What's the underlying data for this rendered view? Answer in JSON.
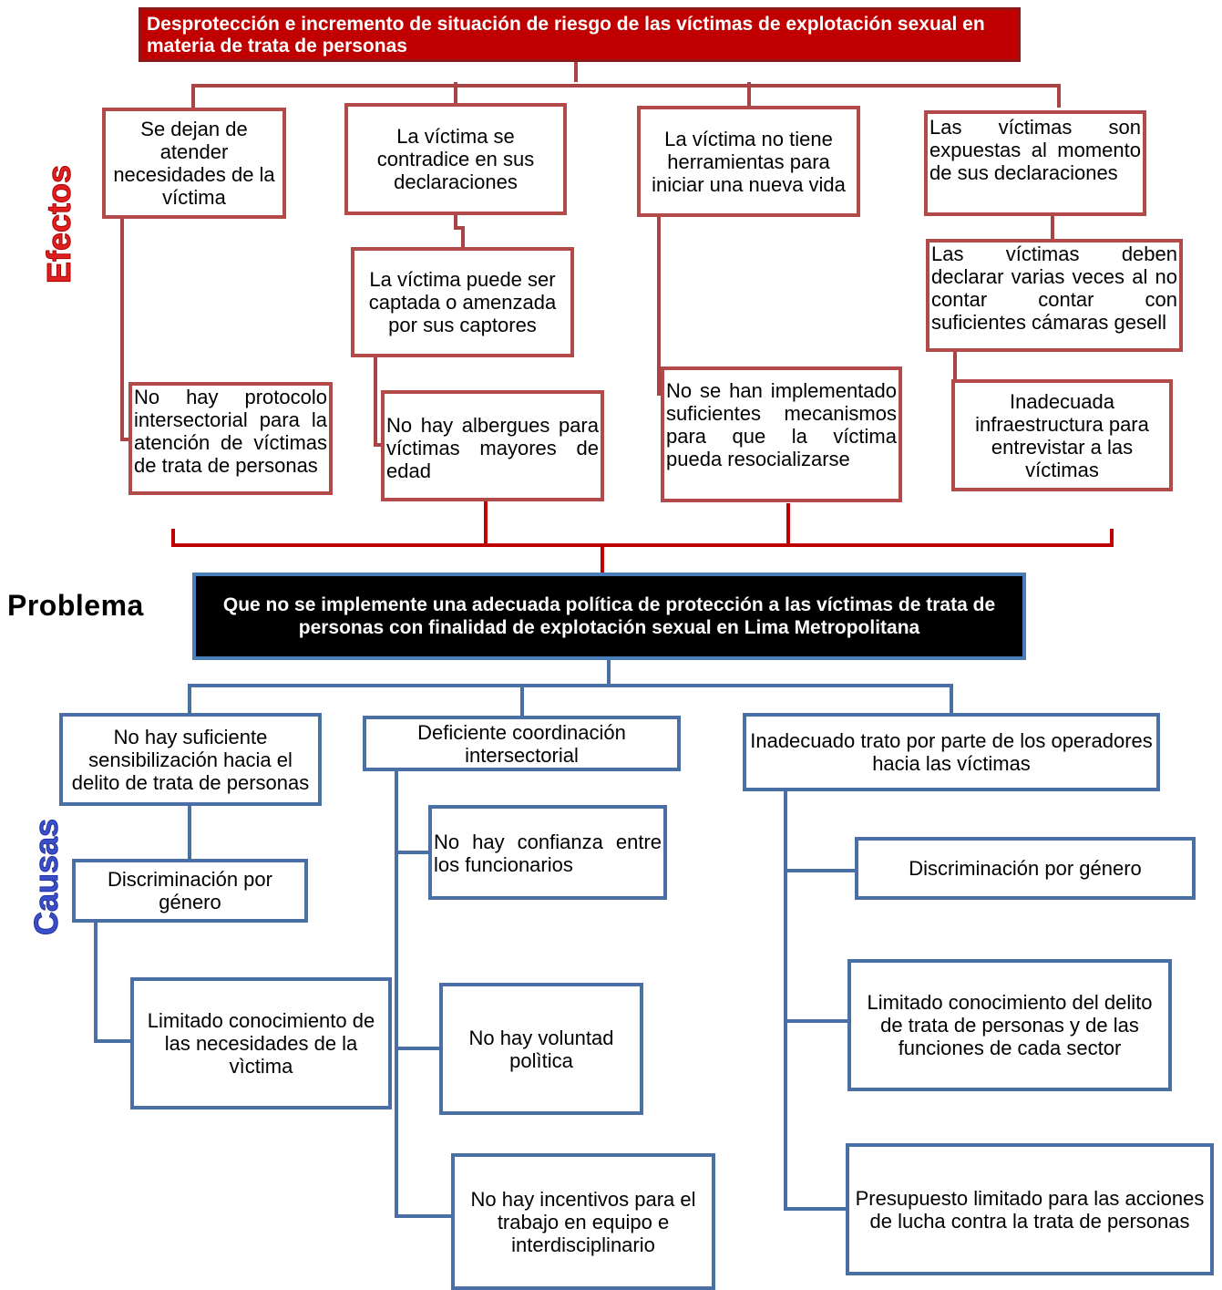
{
  "header": {
    "title": "Desprotección e incremento de situación de riesgo de las víctimas de explotación sexual en materia de trata de personas"
  },
  "side_labels": {
    "efectos": "Efectos",
    "problema": "Problema",
    "causas": "Causas"
  },
  "effects": [
    {
      "top": "Se dejan de atender necesidades de la víctima",
      "bottom": "No hay protocolo intersectorial para la atención de víctimas de trata de personas"
    },
    {
      "top": "La víctima se contradice en sus declaraciones",
      "middle": "La víctima puede ser captada o amenzada por sus captores",
      "bottom": "No hay albergues para víctimas mayores de edad"
    },
    {
      "top": "La víctima no tiene herramientas para iniciar una nueva vida",
      "bottom": "No se han implementado suficientes mecanismos para que la víctima pueda resocializarse"
    },
    {
      "top": "Las víctimas son expuestas al momento de sus declaraciones",
      "middle": "Las víctimas deben declarar varias veces al no contar contar con suficientes cámaras gesell",
      "bottom": "Inadecuada infraestructura para entrevistar a las víctimas"
    }
  ],
  "problem": "Que no se implemente una adecuada política de protección a las víctimas de trata de personas con finalidad de explotación sexual en Lima Metropolitana",
  "causes": [
    {
      "head": "No hay suficiente sensibilización hacia el delito de trata de personas",
      "subs": [
        "Discriminación por género",
        "Limitado conocimiento de las necesidades de la vìctima"
      ]
    },
    {
      "head": "Deficiente coordinación intersectorial",
      "subs": [
        "No hay confianza entre los funcionarios",
        "No hay voluntad polìtica",
        "No hay incentivos para el trabajo en equipo e interdisciplinario"
      ]
    },
    {
      "head": "Inadecuado trato por parte de los operadores hacia las víctimas",
      "subs": [
        "Discriminación por género",
        "Limitado conocimiento del delito de trata de personas y de las funciones de cada sector",
        "Presupuesto limitado para las acciones de lucha contra la trata de personas"
      ]
    }
  ],
  "colors": {
    "title_bg": "#c00000",
    "effect_border": "#b24a4a",
    "cause_border": "#4a6fa5",
    "bracket_red": "#c00000",
    "problem_bg": "#000000",
    "problem_border": "#4a7ebb"
  }
}
